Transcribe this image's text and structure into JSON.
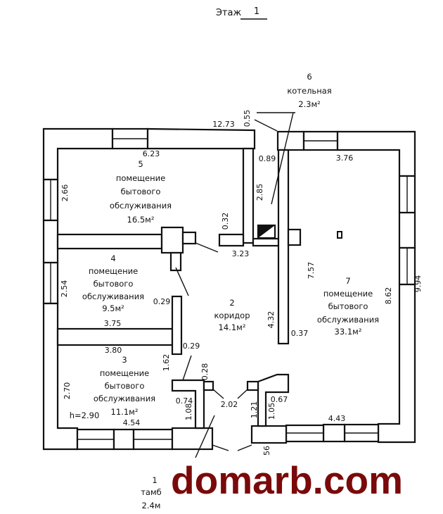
{
  "header": {
    "floor_label": "Этаж",
    "floor_number": "1"
  },
  "rooms": [
    {
      "number": "1",
      "name": "тамб",
      "area": "2.4м"
    },
    {
      "number": "2",
      "name": "коридор",
      "area": "14.1м²"
    },
    {
      "number": "3",
      "name": [
        "помещение",
        "бытового",
        "обслуживания"
      ],
      "area": "11.1м²",
      "height": "h=2.90"
    },
    {
      "number": "4",
      "name": [
        "помещение",
        "бытового",
        "обслуживания"
      ],
      "area": "9.5м²"
    },
    {
      "number": "5",
      "name": [
        "помещение",
        "бытового",
        "обслуживания"
      ],
      "area": "16.5м²"
    },
    {
      "number": "6",
      "name": "котельная",
      "area": "2.3м²"
    },
    {
      "number": "7",
      "name": [
        "помещение",
        "бытового",
        "обслуживания"
      ],
      "area": "33.1м²"
    }
  ],
  "dimensions": [
    "12.73",
    "0.55",
    "6.23",
    "2.66",
    "0.32",
    "2.85",
    "0.89",
    "3.76",
    "3.23",
    "2.54",
    "0.29",
    "3.75",
    "3.80",
    "1.62",
    "0.29",
    "0.28",
    "2.70",
    "0.74",
    "1.08",
    "2.02",
    "1.21",
    "0.67",
    "1.05",
    "4.54",
    "4.43",
    "7.57",
    "4.32",
    "0.37",
    "8.62",
    "9.94",
    "56"
  ],
  "watermark": "domarb.com"
}
